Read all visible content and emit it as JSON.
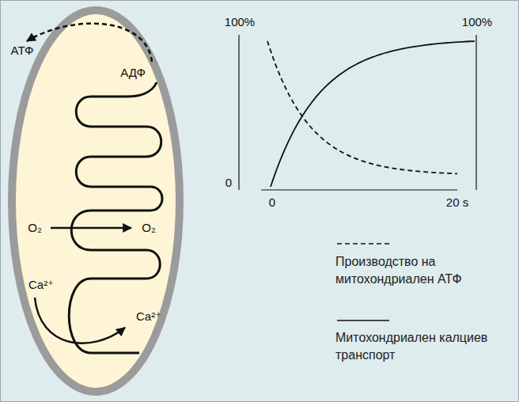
{
  "diagram": {
    "labels": [
      "АТФ",
      "АДФ",
      "O₂",
      "O₂",
      "Ca²⁺",
      "Ca²⁺",
      "100%",
      "100%",
      "0",
      "0",
      "20 s"
    ],
    "legend": [
      {
        "text": "Производство на митохондриален АТФ"
      },
      {
        "text": "Митохондриален калциев транспорт"
      }
    ]
  }
}
